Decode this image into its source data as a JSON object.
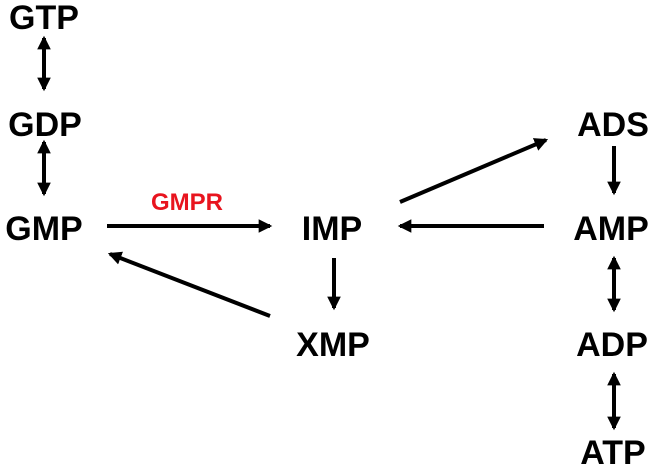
{
  "nodes": {
    "gtp": "GTP",
    "gdp": "GDP",
    "gmp": "GMP",
    "imp": "IMP",
    "xmp": "XMP",
    "ads": "ADS",
    "amp": "AMP",
    "adp": "ADP",
    "atp": "ATP"
  },
  "enzymes": {
    "gmpr": "GMPR"
  },
  "colors": {
    "text": "#000000",
    "arrow": "#000000",
    "enzyme": "#e8141e"
  },
  "edges": [
    {
      "from": "gtp",
      "to": "gdp",
      "type": "reversible"
    },
    {
      "from": "gdp",
      "to": "gmp",
      "type": "reversible"
    },
    {
      "from": "gmp",
      "to": "imp",
      "type": "forward",
      "enzyme": "gmpr"
    },
    {
      "from": "imp",
      "to": "xmp",
      "type": "forward"
    },
    {
      "from": "xmp",
      "to": "gmp",
      "type": "forward"
    },
    {
      "from": "imp",
      "to": "ads",
      "type": "forward"
    },
    {
      "from": "ads",
      "to": "amp",
      "type": "forward"
    },
    {
      "from": "amp",
      "to": "imp",
      "type": "forward"
    },
    {
      "from": "amp",
      "to": "adp",
      "type": "reversible"
    },
    {
      "from": "adp",
      "to": "atp",
      "type": "reversible"
    }
  ]
}
